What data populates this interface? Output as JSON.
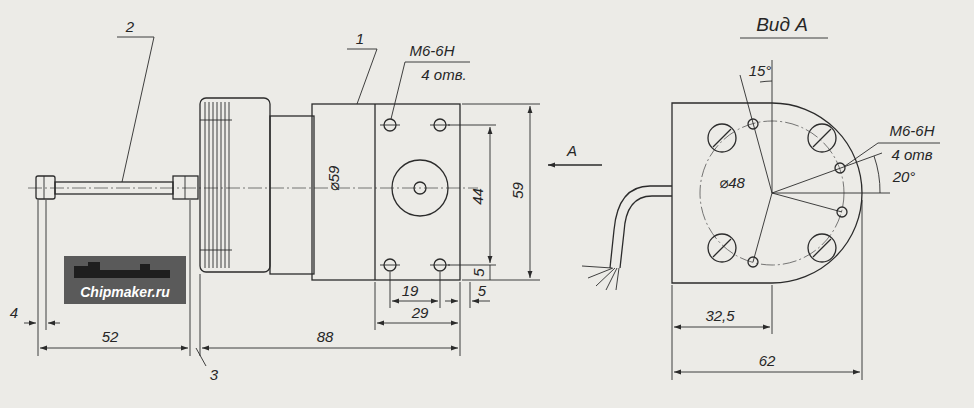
{
  "diagram": {
    "labels": [
      "2",
      "1",
      "М6-6Н",
      "4 отв.",
      "⌀59",
      "59",
      "44",
      "А",
      "4",
      "52",
      "3",
      "88",
      "19",
      "29",
      "5",
      "5",
      "Вид А",
      "15°",
      "М6-6Н",
      "4 отв",
      "⌀48",
      "20°",
      "32,5",
      "62",
      "Chipmaker.ru"
    ]
  }
}
